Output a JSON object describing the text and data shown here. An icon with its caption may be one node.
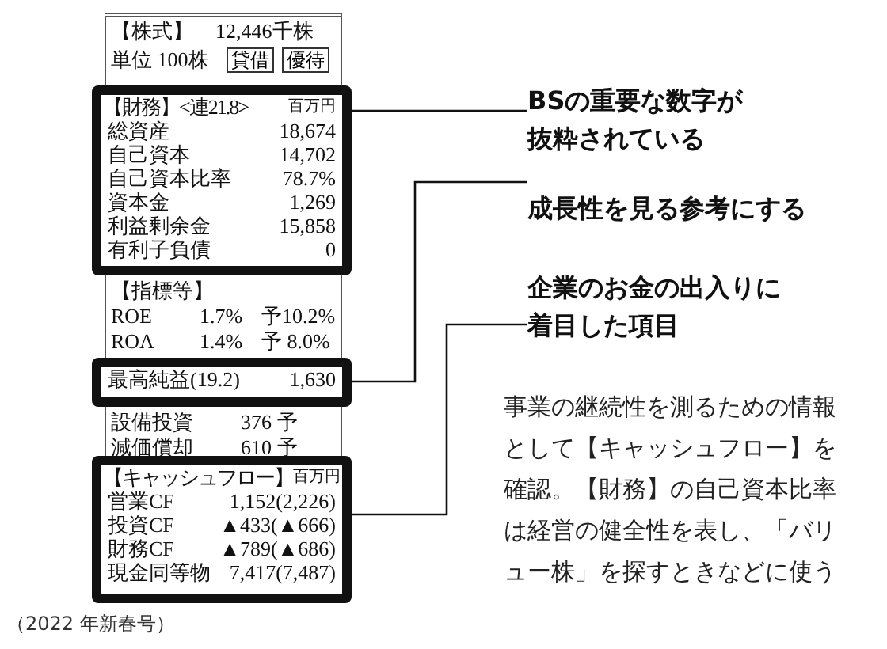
{
  "diagram": {
    "nodes": [
      {
        "text": [
          "【財務】<連21.8>",
          "百万円",
          "総資産",
          "18,674",
          "自己資本",
          "14,702",
          "自己資本比率",
          "78.7%",
          "資本金",
          "1,269",
          "利益剰余金",
          "15,858",
          "有利子負債",
          "0"
        ]
      },
      {
        "text": [
          "最高純益(19.2)",
          "1,630"
        ]
      },
      {
        "text": [
          "【キャッシュフロー】",
          "百万円",
          "営業CF",
          "1,152(2,226)",
          "投資CF",
          "▲433(▲666)",
          "財務CF",
          "▲789(▲686)",
          "現金同等物",
          "7,417(7,487)"
        ]
      },
      {
        "text": [
          "BSの重要な数字が抜粋されている"
        ]
      },
      {
        "text": [
          "成長性を見る参考にする"
        ]
      },
      {
        "text": [
          "企業のお金の出入りに着目した項目"
        ]
      }
    ],
    "edges": [
      {
        "from": 0,
        "to": 3,
        "arrow": "none"
      },
      {
        "from": 1,
        "to": 4,
        "arrow": "none"
      },
      {
        "from": 2,
        "to": 5,
        "arrow": "none"
      }
    ],
    "labels": [
      "【株式】",
      "12,446千株",
      "単位 100株",
      "貸借",
      "優待",
      "【指標等】",
      "ROE",
      "1.7%",
      "予10.2%",
      "ROA",
      "1.4%",
      "予 8.0%",
      "設備投資",
      "376 予",
      "減価償却",
      "610 予",
      "事業の継続性を測るための情報として【キャッシュフロー】を確認。【財務】の自己資本比率は経営の健全性を表し、「バリュー株」を探すときなどに使う",
      "（2022 年新春号）"
    ]
  }
}
